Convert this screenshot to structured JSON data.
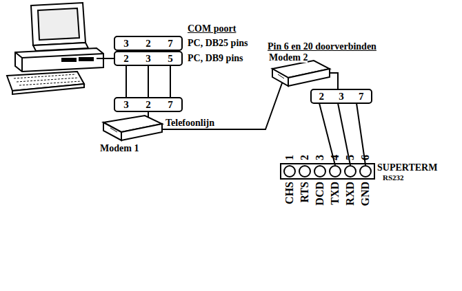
{
  "diagram": {
    "nodes": [
      {
        "text": [
          "3",
          "2",
          "7"
        ]
      },
      {
        "text": [
          "2",
          "3",
          "5"
        ]
      },
      {
        "text": [
          "3",
          "2",
          "7"
        ]
      },
      {
        "text": [
          "2",
          "3",
          "7"
        ]
      }
    ],
    "edges": [
      {
        "from": 1,
        "to": 2,
        "arrow": "none"
      },
      {
        "from": 1,
        "to": 2,
        "arrow": "none"
      },
      {
        "from": 1,
        "to": 2,
        "arrow": "none"
      }
    ],
    "labels": [
      "COM poort",
      "PC, DB25 pins",
      "PC, DB9 pins",
      "Modem 1",
      "Telefoonlijn",
      "Pin 6 en 20 doorverbinden",
      "Modem 2",
      "1",
      "2",
      "3",
      "4",
      "5",
      "6",
      "SUPERTERM",
      "RS232",
      "CHS",
      "RTS",
      "DCD",
      "TXD",
      "RXD",
      "GND"
    ]
  }
}
